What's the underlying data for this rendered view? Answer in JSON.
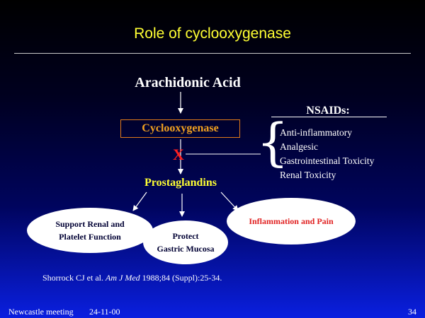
{
  "title": "Role of cyclooxygenase",
  "diagram": {
    "source": "Arachidonic Acid",
    "enzyme": "Cyclooxygenase",
    "inhibit_mark": "X",
    "product": "Prostaglandins",
    "nsaids": {
      "title": "NSAIDs:",
      "effects": [
        "Anti-inflammatory",
        "Analgesic",
        "Gastrointestinal Toxicity",
        "Renal Toxicity"
      ]
    },
    "outcomes": [
      {
        "line1": "Support Renal and",
        "line2": "Platelet Function"
      },
      {
        "line1": "Protect",
        "line2": "Gastric Mucosa"
      },
      {
        "line1": "Inflammation and Pain",
        "line2": ""
      }
    ]
  },
  "citation": {
    "before": "Shorrock CJ et al. ",
    "journal": "Am J Med",
    "after": " 1988;84 (Suppl):25-34."
  },
  "footer": {
    "meeting": "Newcastle meeting",
    "date": "24-11-00",
    "page": "34"
  },
  "colors": {
    "title": "#ffff33",
    "enzyme_border": "#e07a1a",
    "enzyme_text": "#f0a020",
    "inhibit_mark": "#ff2020",
    "inflammation_text": "#e02020"
  }
}
